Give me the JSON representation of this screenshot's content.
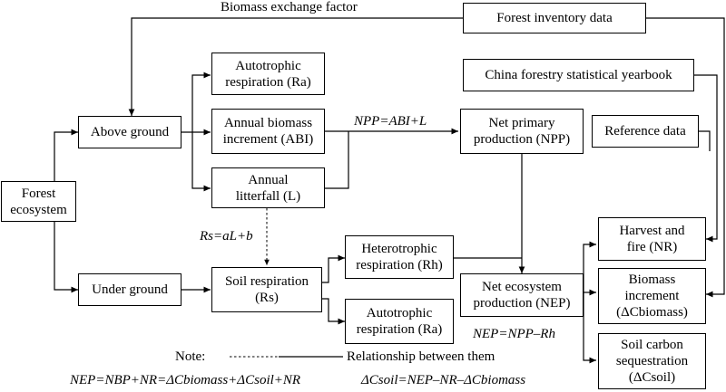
{
  "nodes": {
    "forest_ecosystem": "Forest\necosystem",
    "above_ground": "Above ground",
    "under_ground": "Under ground",
    "autotrophic_top": "Autotrophic\nrespiration (Ra)",
    "abi": "Annual biomass\nincrement (ABI)",
    "litterfall": "Annual\nlitterfall (L)",
    "soil_resp": "Soil respiration\n(Rs)",
    "hetero": "Heterotrophic\nrespiration (Rh)",
    "autotrophic_bottom": "Autotrophic\nrespiration (Ra)",
    "npp": "Net primary\nproduction (NPP)",
    "nep": "Net ecosystem\nproduction (NEP)",
    "forest_inventory": "Forest inventory data",
    "china_yearbook": "China forestry statistical yearbook",
    "reference": "Reference data",
    "harvest": "Harvest and\nfire (NR)",
    "biomass_inc": "Biomass\nincrement\n(ΔCbiomass)",
    "soil_carbon": "Soil carbon\nsequestration\n(ΔCsoil)"
  },
  "labels": {
    "biomass_exchange": "Biomass exchange factor",
    "npp_eq": "NPP=ABI+L",
    "rs_eq": "Rs=aL+b",
    "nep_eq": "NEP=NPP–Rh",
    "note": "Note:",
    "note_rel": "Relationship between them",
    "eq1": "NEP=NBP+NR=ΔCbiomass+ΔCsoil+NR",
    "eq2": "ΔCsoil=NEP–NR–ΔCbiomass"
  }
}
